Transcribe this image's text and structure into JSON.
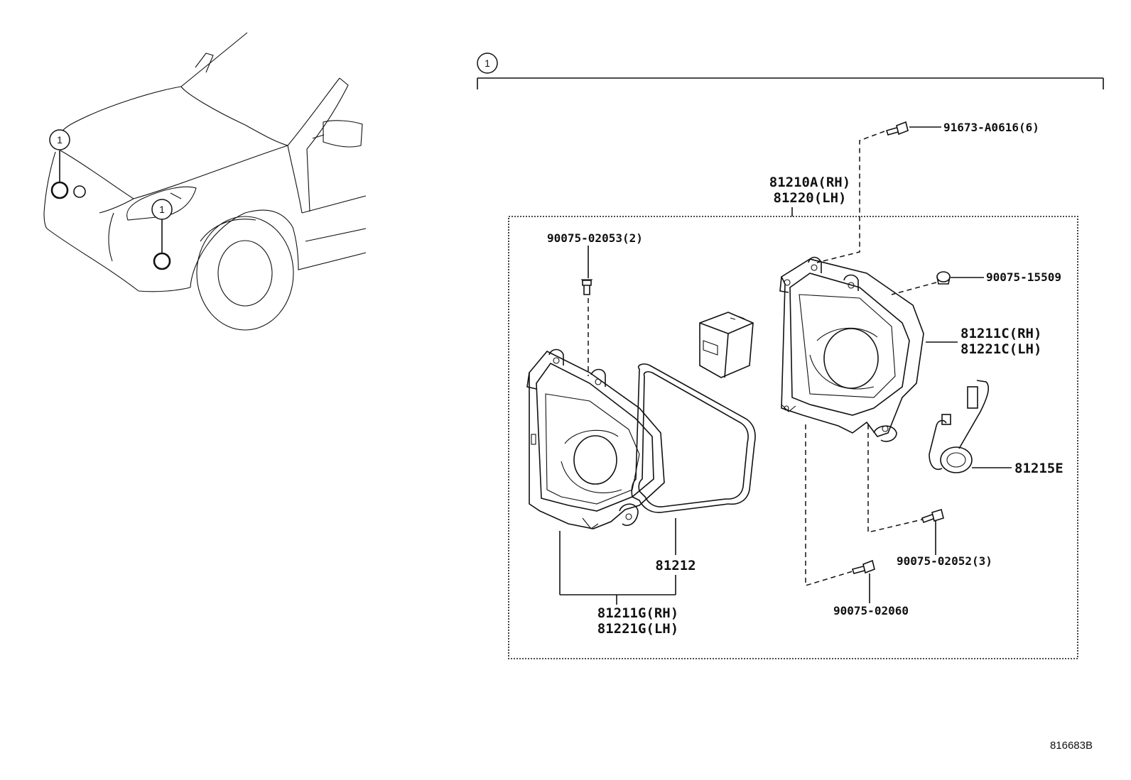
{
  "diagram": {
    "callout": "1",
    "parts": {
      "p91673": "91673-A0616(6)",
      "p81210a": "81210A(RH)",
      "p81220": "81220(LH)",
      "p9007502053": "90075-02053(2)",
      "p9007515509": "90075-15509",
      "p81211c": "81211C(RH)",
      "p81221c": "81221C(LH)",
      "p81215e": "81215E",
      "p9007502052": "90075-02052(3)",
      "p81212": "81212",
      "p81211g": "81211G(RH)",
      "p81221g": "81221G(LH)",
      "p9007502060": "90075-02060"
    },
    "reference_code": "816683B"
  }
}
